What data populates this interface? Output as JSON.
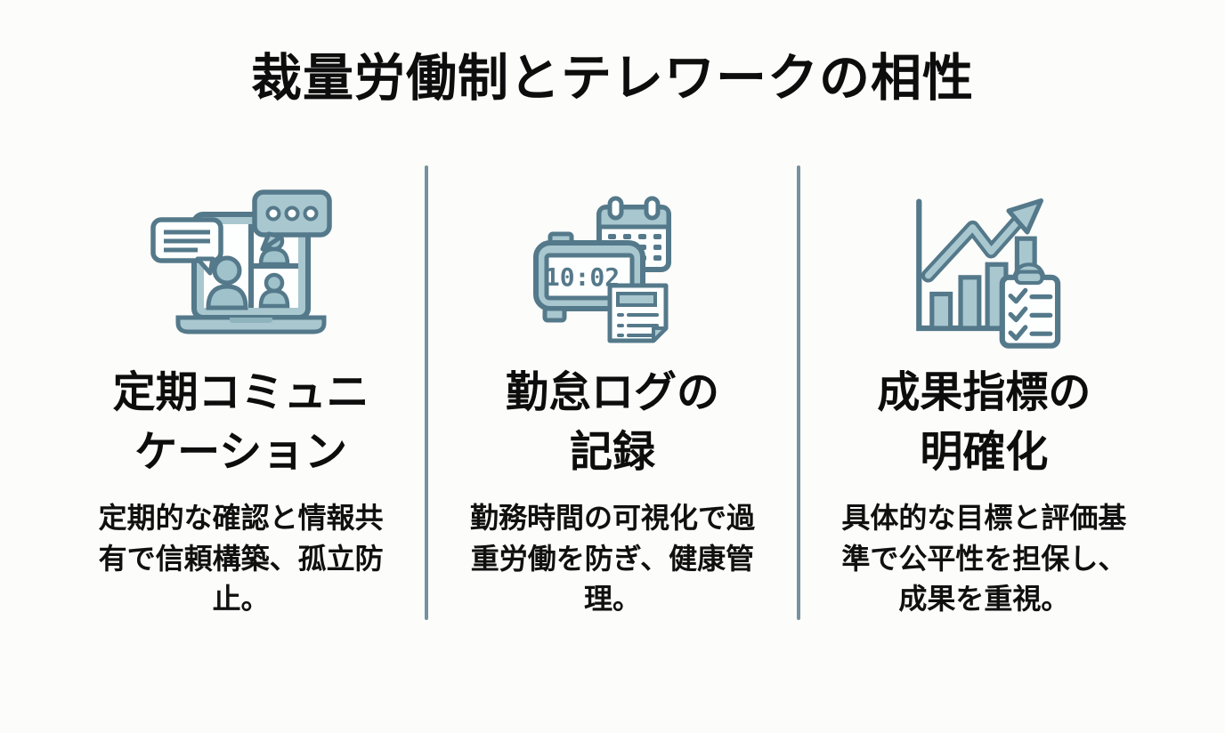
{
  "title": "裁量労働制とテレワークの相性",
  "columns": [
    {
      "icon": "video-conference-icon",
      "heading": "定期コミュニ\nケーション",
      "description": "定期的な確認と情報共\n有で信頼構築、孤立防\n止。"
    },
    {
      "icon": "attendance-clock-icon",
      "clock_time": "10:02",
      "heading": "勤怠ログの\n記録",
      "description": "勤務時間の可視化で過\n重労働を防ぎ、健康管\n理。"
    },
    {
      "icon": "performance-chart-icon",
      "heading": "成果指標の\n明確化",
      "description": "具体的な目標と評価基\n準で公平性を担保し、\n成果を重視。"
    }
  ],
  "colors": {
    "background": "#fcfcfa",
    "text": "#0d0d0d",
    "divider": "#76919f",
    "icon_stroke": "#54798a",
    "icon_fill": "#a9c7cf",
    "icon_fill_person": "#9fc2cb",
    "icon_fill_white": "#fdfefe"
  }
}
